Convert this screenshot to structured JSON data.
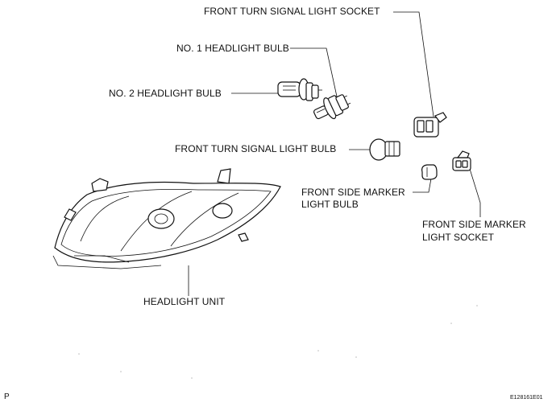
{
  "labels": {
    "turn_socket": "FRONT TURN SIGNAL LIGHT SOCKET",
    "no1_bulb": "NO. 1 HEADLIGHT BULB",
    "no2_bulb": "NO. 2 HEADLIGHT BULB",
    "turn_bulb": "FRONT TURN SIGNAL LIGHT BULB",
    "marker_bulb_line1": "FRONT SIDE MARKER",
    "marker_bulb_line2": "LIGHT BULB",
    "marker_socket_line1": "FRONT SIDE MARKER",
    "marker_socket_line2": "LIGHT SOCKET",
    "headlight_unit": "HEADLIGHT UNIT"
  },
  "corner_mark": "P",
  "figure_code": "E128161E01"
}
